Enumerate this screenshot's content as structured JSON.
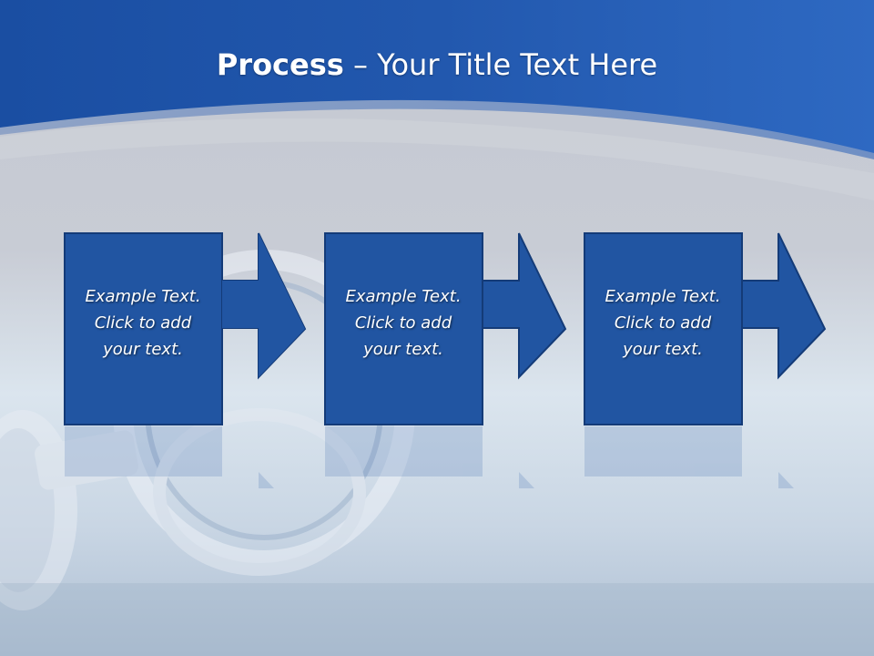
{
  "slide": {
    "title_bold": "Process",
    "title_rest": " – Your Title Text Here"
  },
  "steps": [
    {
      "lines": [
        "Example Text.",
        "Click  to add",
        "your text."
      ]
    },
    {
      "lines": [
        "Example Text.",
        "Click  to add",
        "your text."
      ]
    },
    {
      "lines": [
        "Example Text.",
        "Click  to add",
        "your text."
      ]
    }
  ],
  "colors": {
    "header_blue": "#2b62b6",
    "box_fill": "#2155a2",
    "box_border": "#143b78",
    "text": "#ffffff"
  }
}
